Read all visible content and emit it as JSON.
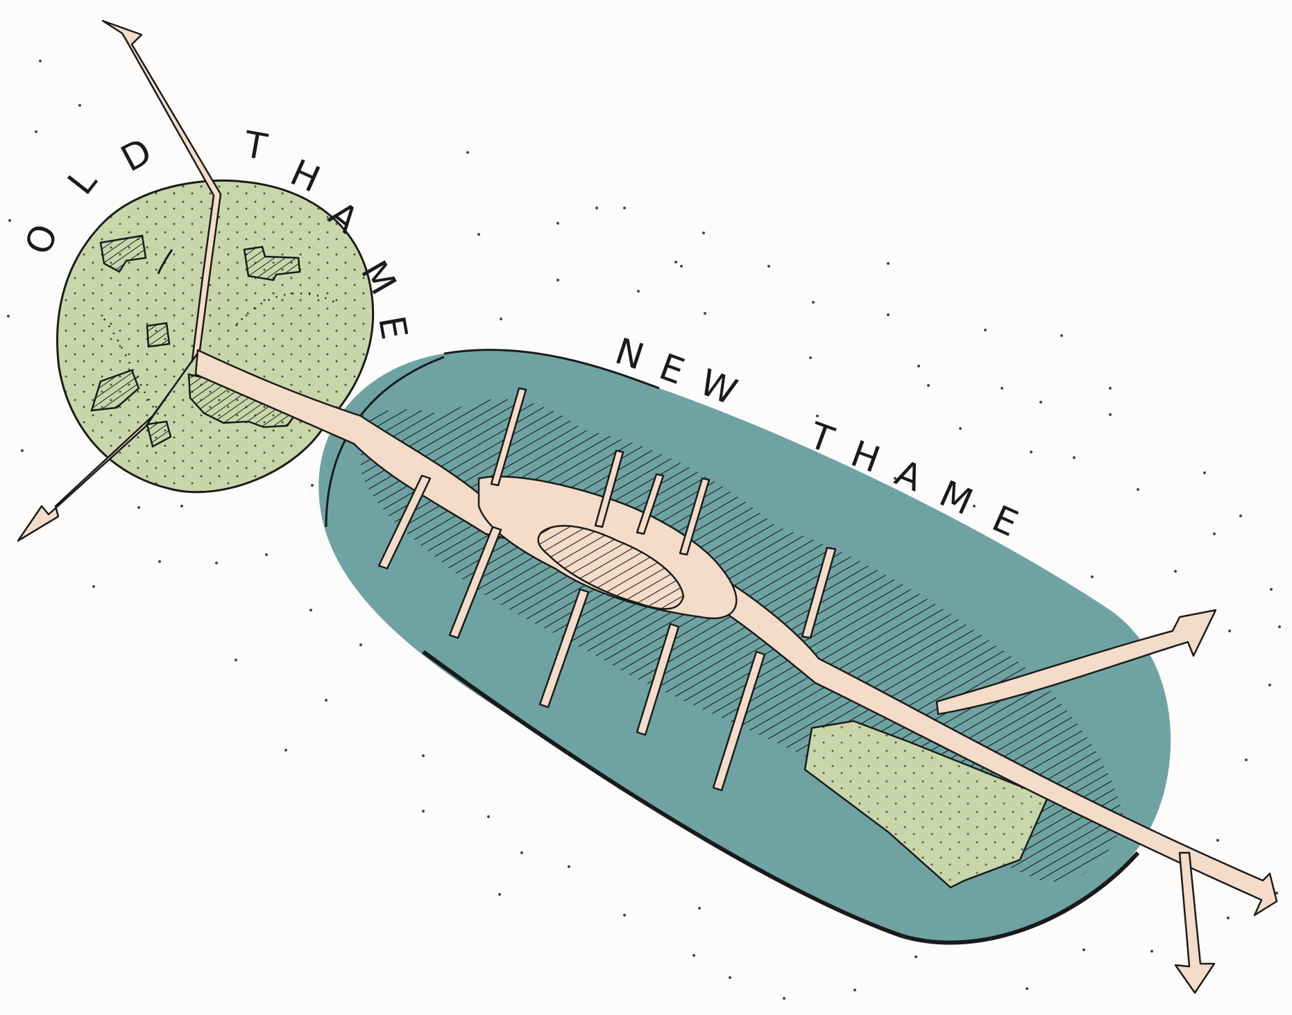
{
  "labels": {
    "old_town": [
      "O",
      "L",
      "D",
      "T",
      "H",
      "A",
      "M",
      "E"
    ],
    "new_town": {
      "word1": [
        "N",
        "E",
        "W"
      ],
      "word2": [
        "T",
        "H",
        "A",
        "M",
        "E"
      ]
    }
  },
  "colors": {
    "background": "#fdfcfb",
    "old_thame_fill": "#c9d6aa",
    "new_thame_fill": "#6fa3a3",
    "road_fill": "#f5dcc8",
    "ink": "#1a1a1a"
  }
}
